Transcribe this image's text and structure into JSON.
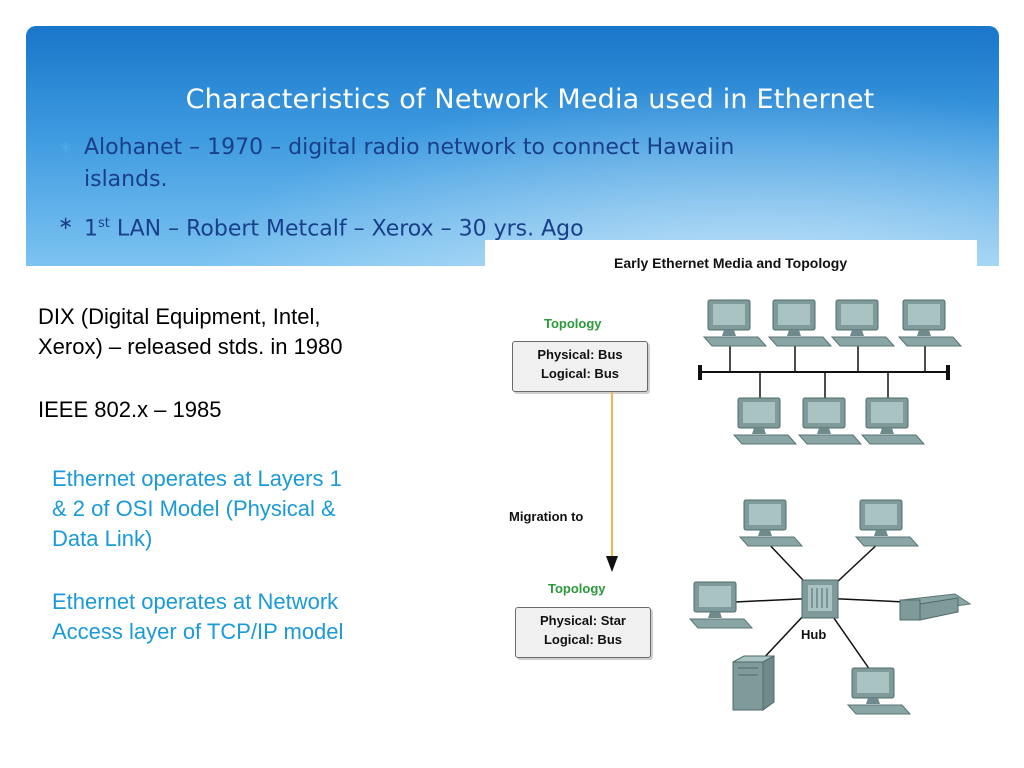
{
  "slide": {
    "title": "Characteristics of Network Media used in Ethernet",
    "bullets": [
      {
        "line1": "Alohanet – 1970 – digital radio network to connect Hawaiin",
        "line2": "islands."
      },
      {
        "prefix": "1",
        "sup": "st",
        "rest": " LAN – Robert Metcalf – Xerox – 30 yrs. Ago"
      }
    ],
    "bullet_glyph": "∗",
    "dix_line1": "DIX (Digital Equipment, Intel,",
    "dix_line2": "Xerox) – released stds. in 1980",
    "ieee": "IEEE 802.x – 1985",
    "ethernet_layers": [
      "Ethernet operates at Layers 1",
      "& 2 of OSI Model (Physical &",
      "Data Link)"
    ],
    "ethernet_access": [
      "Ethernet operates at Network",
      "Access layer of TCP/IP model"
    ]
  },
  "diagram": {
    "title": "Early Ethernet Media and Topology",
    "top_label": "Topology",
    "top_physical": "Physical: Bus",
    "top_logical": "Logical: Bus",
    "migration": "Migration to",
    "bottom_label": "Topology",
    "bottom_physical": "Physical: Star",
    "bottom_logical": "Logical: Bus",
    "hub": "Hub"
  },
  "colors": {
    "banner": "#2b8ad6",
    "bullet_text": "#1a3f8a",
    "blue_text": "#1a9ad8",
    "topology_green": "#2a9a3a",
    "arrow_orange": "#f2b84a"
  }
}
